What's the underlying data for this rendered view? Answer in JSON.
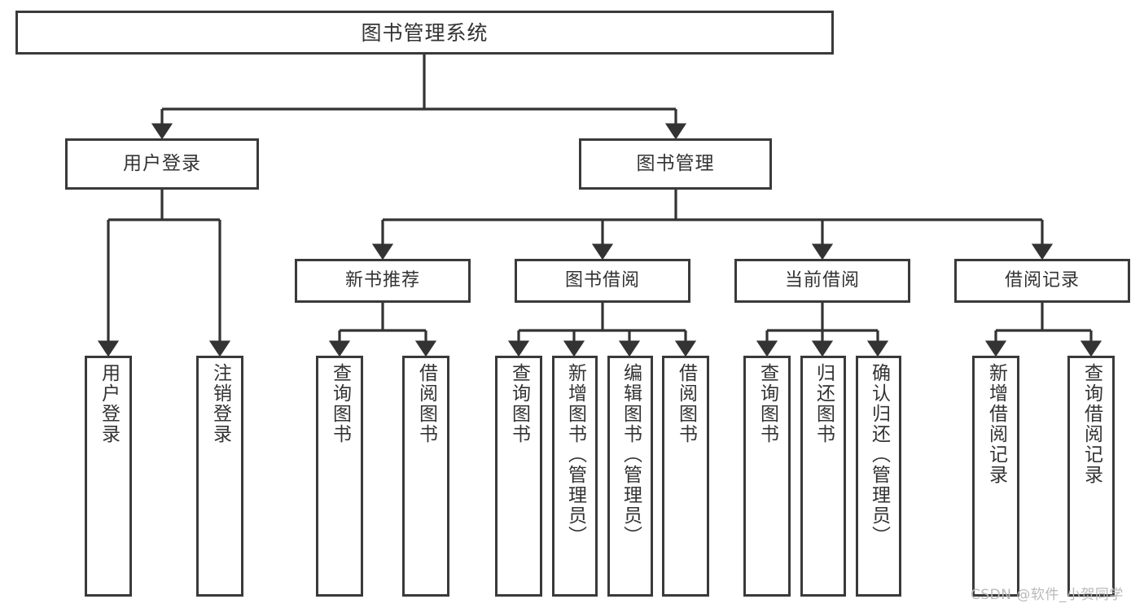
{
  "diagram": {
    "title": "图书管理系统",
    "type": "tree-hierarchy",
    "watermark": "CSDN @软件_小贺同学",
    "colors": {
      "background": "#ffffff",
      "node_border": "#3a3a3a",
      "edge": "#333333",
      "text": "#333333",
      "watermark": "#b9b9b9"
    },
    "nodes": {
      "root": {
        "label": "图书管理系统"
      },
      "level2": [
        {
          "id": "user-login",
          "label": "用户登录"
        },
        {
          "id": "book-management",
          "label": "图书管理"
        }
      ],
      "level3": [
        {
          "id": "new-book-recommend",
          "label": "新书推荐"
        },
        {
          "id": "book-borrow",
          "label": "图书借阅"
        },
        {
          "id": "current-borrow",
          "label": "当前借阅"
        },
        {
          "id": "borrow-record",
          "label": "借阅记录"
        }
      ],
      "leaves": {
        "user-login": [
          {
            "id": "leaf-user-login",
            "label": "用户登录"
          },
          {
            "id": "leaf-logout-login",
            "label": "注销登录"
          }
        ],
        "new-book-recommend": [
          {
            "id": "leaf-query-book-1",
            "label": "查询图书"
          },
          {
            "id": "leaf-borrow-book-1",
            "label": "借阅图书"
          }
        ],
        "book-borrow": [
          {
            "id": "leaf-query-book-2",
            "label": "查询图书"
          },
          {
            "id": "leaf-add-book-admin",
            "label": "新增图书（管理员）"
          },
          {
            "id": "leaf-edit-book-admin",
            "label": "编辑图书（管理员）"
          },
          {
            "id": "leaf-borrow-book-2",
            "label": "借阅图书"
          }
        ],
        "current-borrow": [
          {
            "id": "leaf-query-book-3",
            "label": "查询图书"
          },
          {
            "id": "leaf-return-book",
            "label": "归还图书"
          },
          {
            "id": "leaf-confirm-return-admin",
            "label": "确认归还（管理员）"
          }
        ],
        "borrow-record": [
          {
            "id": "leaf-add-borrow-record",
            "label": "新增借阅记录"
          },
          {
            "id": "leaf-query-borrow-record",
            "label": "查询借阅记录"
          }
        ]
      }
    }
  }
}
